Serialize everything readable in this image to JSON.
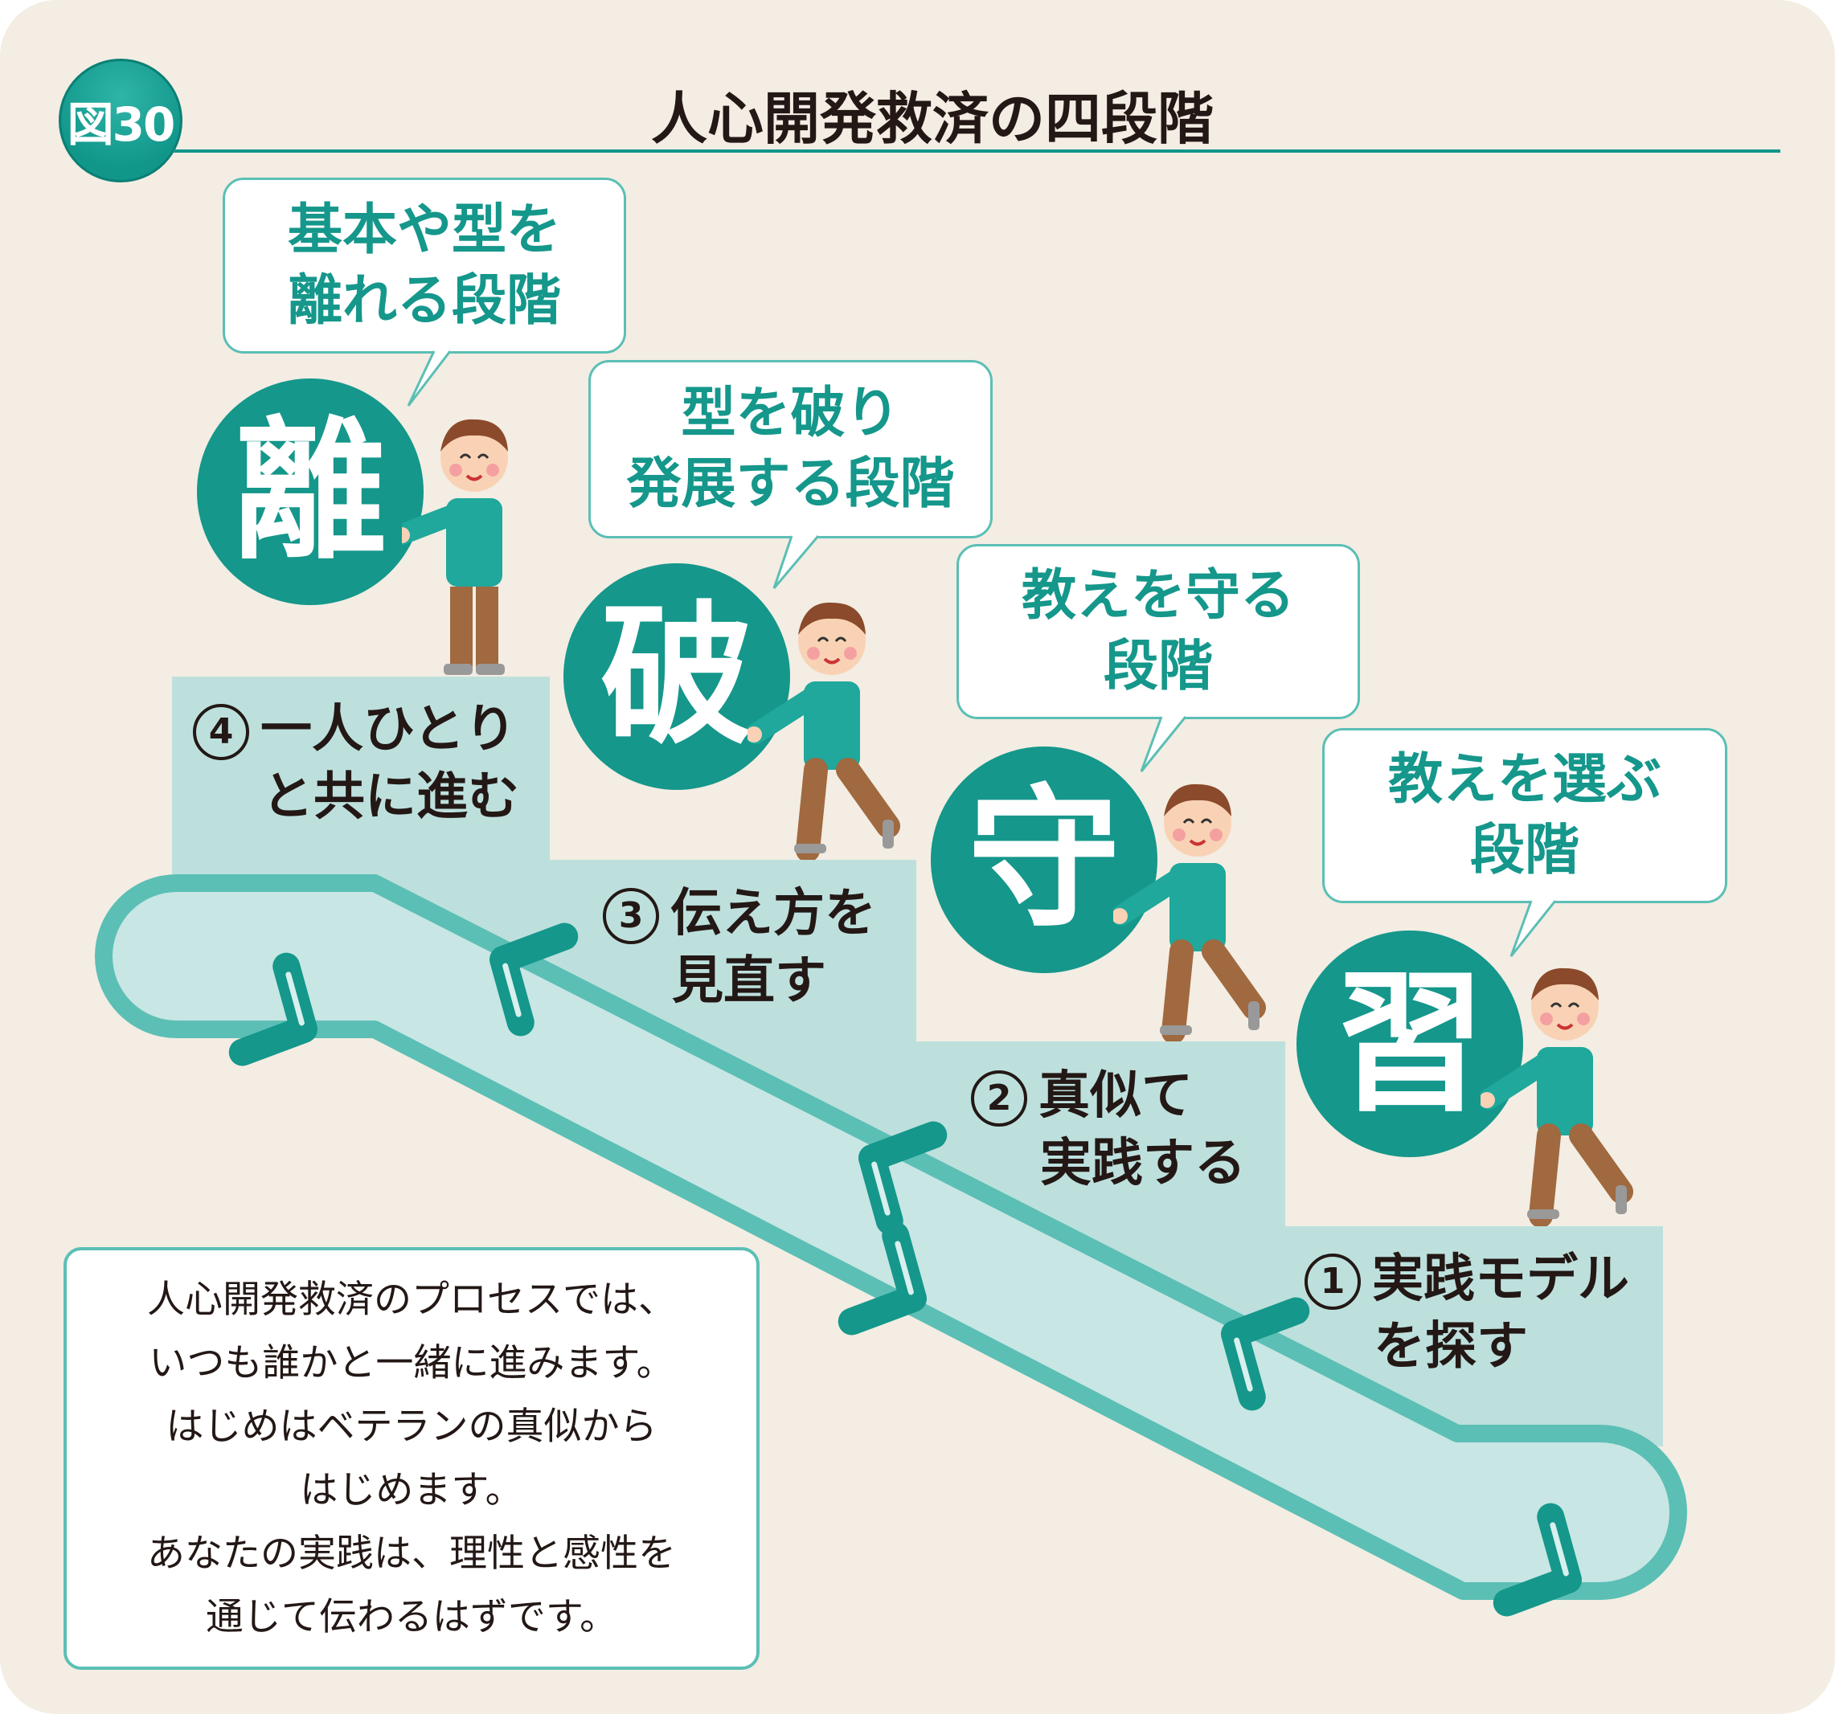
{
  "figure_label": "図30",
  "title": "人心開発救済の四段階",
  "stages": [
    {
      "kanji": "習",
      "bubble": [
        "教えを選ぶ",
        "段階"
      ],
      "step_number": "1",
      "step": [
        "実践モデル",
        "を探す"
      ]
    },
    {
      "kanji": "守",
      "bubble": [
        "教えを守る",
        "段階"
      ],
      "step_number": "2",
      "step": [
        "真似て",
        "実践する"
      ]
    },
    {
      "kanji": "破",
      "bubble": [
        "型を破り",
        "発展する段階"
      ],
      "step_number": "3",
      "step": [
        "伝え方を",
        "見直す"
      ]
    },
    {
      "kanji": "離",
      "bubble": [
        "基本や型を",
        "離れる段階"
      ],
      "step_number": "4",
      "step": [
        "一人ひとり",
        "と共に進む"
      ]
    }
  ],
  "note": [
    "人心開発救済のプロセスでは、",
    "いつも誰かと一緒に進みます。",
    "はじめはベテランの真似から",
    "はじめます。",
    "あなたの実践は、理性と感性を",
    "通じて伝わるはずです。"
  ],
  "colors": {
    "teal": "#15978b",
    "light_teal": "#bde0dd",
    "band": "#5bbfb5",
    "background": "#f3ede3"
  }
}
